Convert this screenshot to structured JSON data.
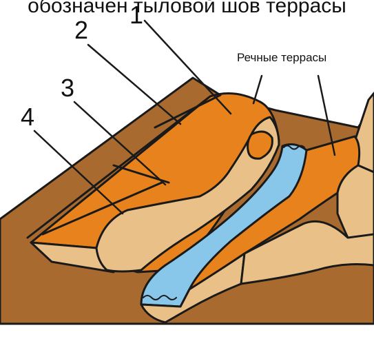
{
  "caption": "обозначен тыловой шов террасы",
  "labels": {
    "n1": "1",
    "n2": "2",
    "n3": "3",
    "n4": "4",
    "river_terraces": "Речные террасы"
  },
  "colors": {
    "bedrock": "#a86a2e",
    "terrace_orange": "#e8821c",
    "alluvium_tan": "#e8c088",
    "river": "#88c6ea",
    "outline": "#1a1a1a"
  }
}
